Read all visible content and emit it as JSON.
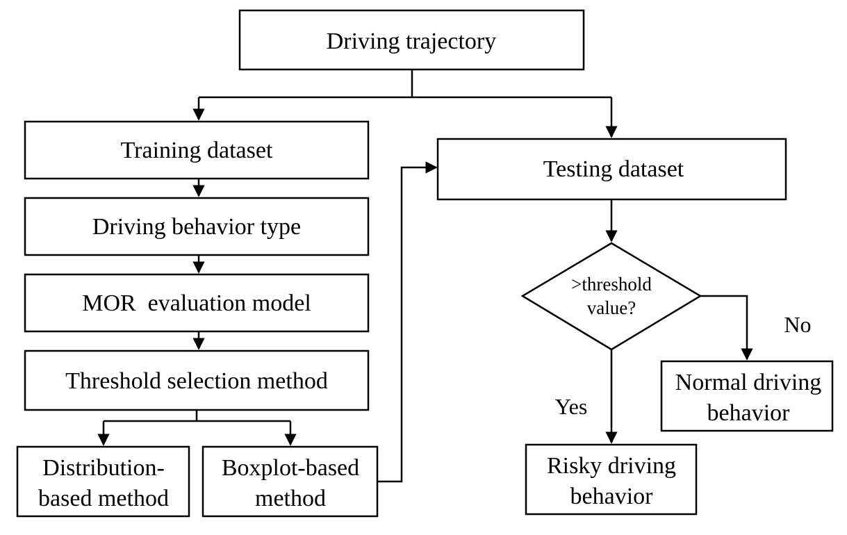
{
  "nodes": {
    "driving_trajectory": "Driving trajectory",
    "training_dataset": "Training dataset",
    "driving_behavior_type": "Driving behavior type",
    "mor_model": "MOR  evaluation model",
    "threshold_selection": "Threshold selection method",
    "distribution_line1": "Distribution-",
    "distribution_line2": "based method",
    "boxplot_line1": "Boxplot-based",
    "boxplot_line2": "method",
    "testing_dataset": "Testing dataset",
    "decision_line1": ">threshold",
    "decision_line2": "value?",
    "normal_line1": "Normal driving",
    "normal_line2": "behavior",
    "risky_line1": "Risky driving",
    "risky_line2": "behavior"
  },
  "edge_labels": {
    "no": "No",
    "yes": "Yes"
  }
}
